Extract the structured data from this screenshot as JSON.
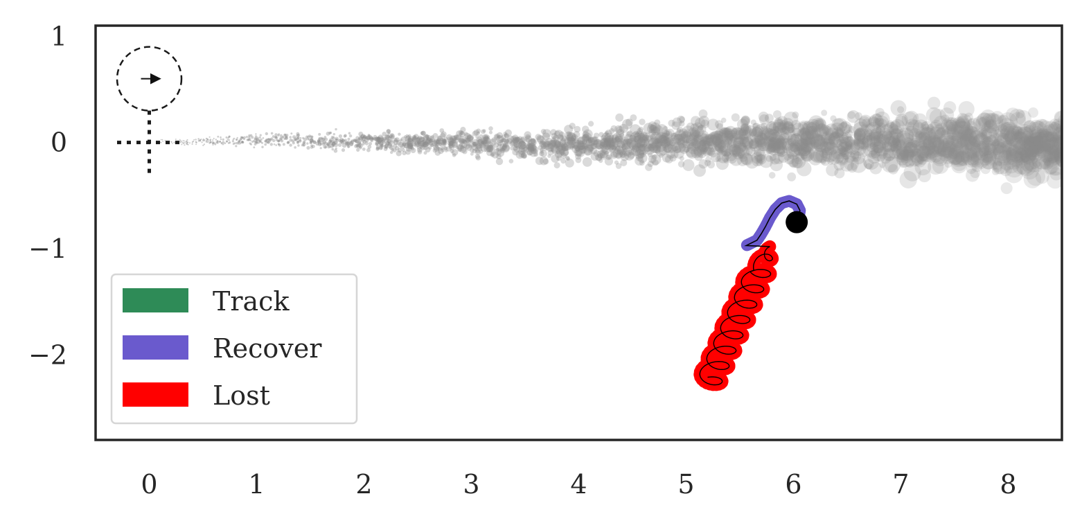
{
  "chart_data": {
    "type": "scatter",
    "title": "",
    "xlabel": "",
    "ylabel": "",
    "xlim": [
      -0.5,
      8.5
    ],
    "ylim": [
      -2.8,
      1.1
    ],
    "grid": false,
    "legend_position": "lower-left",
    "xticks": [
      {
        "value": 0,
        "label": "0"
      },
      {
        "value": 1,
        "label": "1"
      },
      {
        "value": 2,
        "label": "2"
      },
      {
        "value": 3,
        "label": "3"
      },
      {
        "value": 4,
        "label": "4"
      },
      {
        "value": 5,
        "label": "5"
      },
      {
        "value": 6,
        "label": "6"
      },
      {
        "value": 7,
        "label": "7"
      },
      {
        "value": 8,
        "label": "8"
      }
    ],
    "yticks": [
      {
        "value": 1,
        "label": "1"
      },
      {
        "value": 0,
        "label": "0"
      },
      {
        "value": -1,
        "label": "−1"
      },
      {
        "value": -2,
        "label": "−2"
      }
    ],
    "legend": [
      {
        "label": "Track",
        "color": "#2e8b57"
      },
      {
        "label": "Recover",
        "color": "#6a5acd"
      },
      {
        "label": "Lost",
        "color": "#ff0000"
      }
    ],
    "colors": {
      "cloud": "#8c8c8c",
      "track": "#2e8b57",
      "recover": "#6a5acd",
      "lost": "#ff0000",
      "path": "#000000",
      "frame": "#262626"
    },
    "start_marker": {
      "center": [
        0,
        0.6
      ],
      "radius": 0.3,
      "heading": [
        1,
        0
      ]
    },
    "origin_cross": {
      "x_range": [
        -0.3,
        0.3
      ],
      "y_range": [
        -0.3,
        0.3
      ]
    },
    "cloud": {
      "x_start": 0.1,
      "x_end": 8.5,
      "spread_start": 0.02,
      "spread_end": 0.28,
      "count": 2600
    },
    "recover_path": [
      [
        6.02,
        -0.74
      ],
      [
        6.05,
        -0.7
      ],
      [
        6.06,
        -0.64
      ],
      [
        6.03,
        -0.58
      ],
      [
        5.96,
        -0.55
      ],
      [
        5.89,
        -0.57
      ],
      [
        5.83,
        -0.63
      ],
      [
        5.78,
        -0.71
      ],
      [
        5.74,
        -0.79
      ],
      [
        5.7,
        -0.86
      ],
      [
        5.66,
        -0.92
      ],
      [
        5.6,
        -0.95
      ],
      [
        5.56,
        -0.97
      ]
    ],
    "lost_path": {
      "start": [
        5.78,
        -0.98
      ],
      "end": [
        5.2,
        -2.28
      ],
      "loops": 9,
      "loop_radius_x": 0.12,
      "loop_radius_y": 0.07
    },
    "end_point": [
      6.03,
      -0.75
    ]
  }
}
